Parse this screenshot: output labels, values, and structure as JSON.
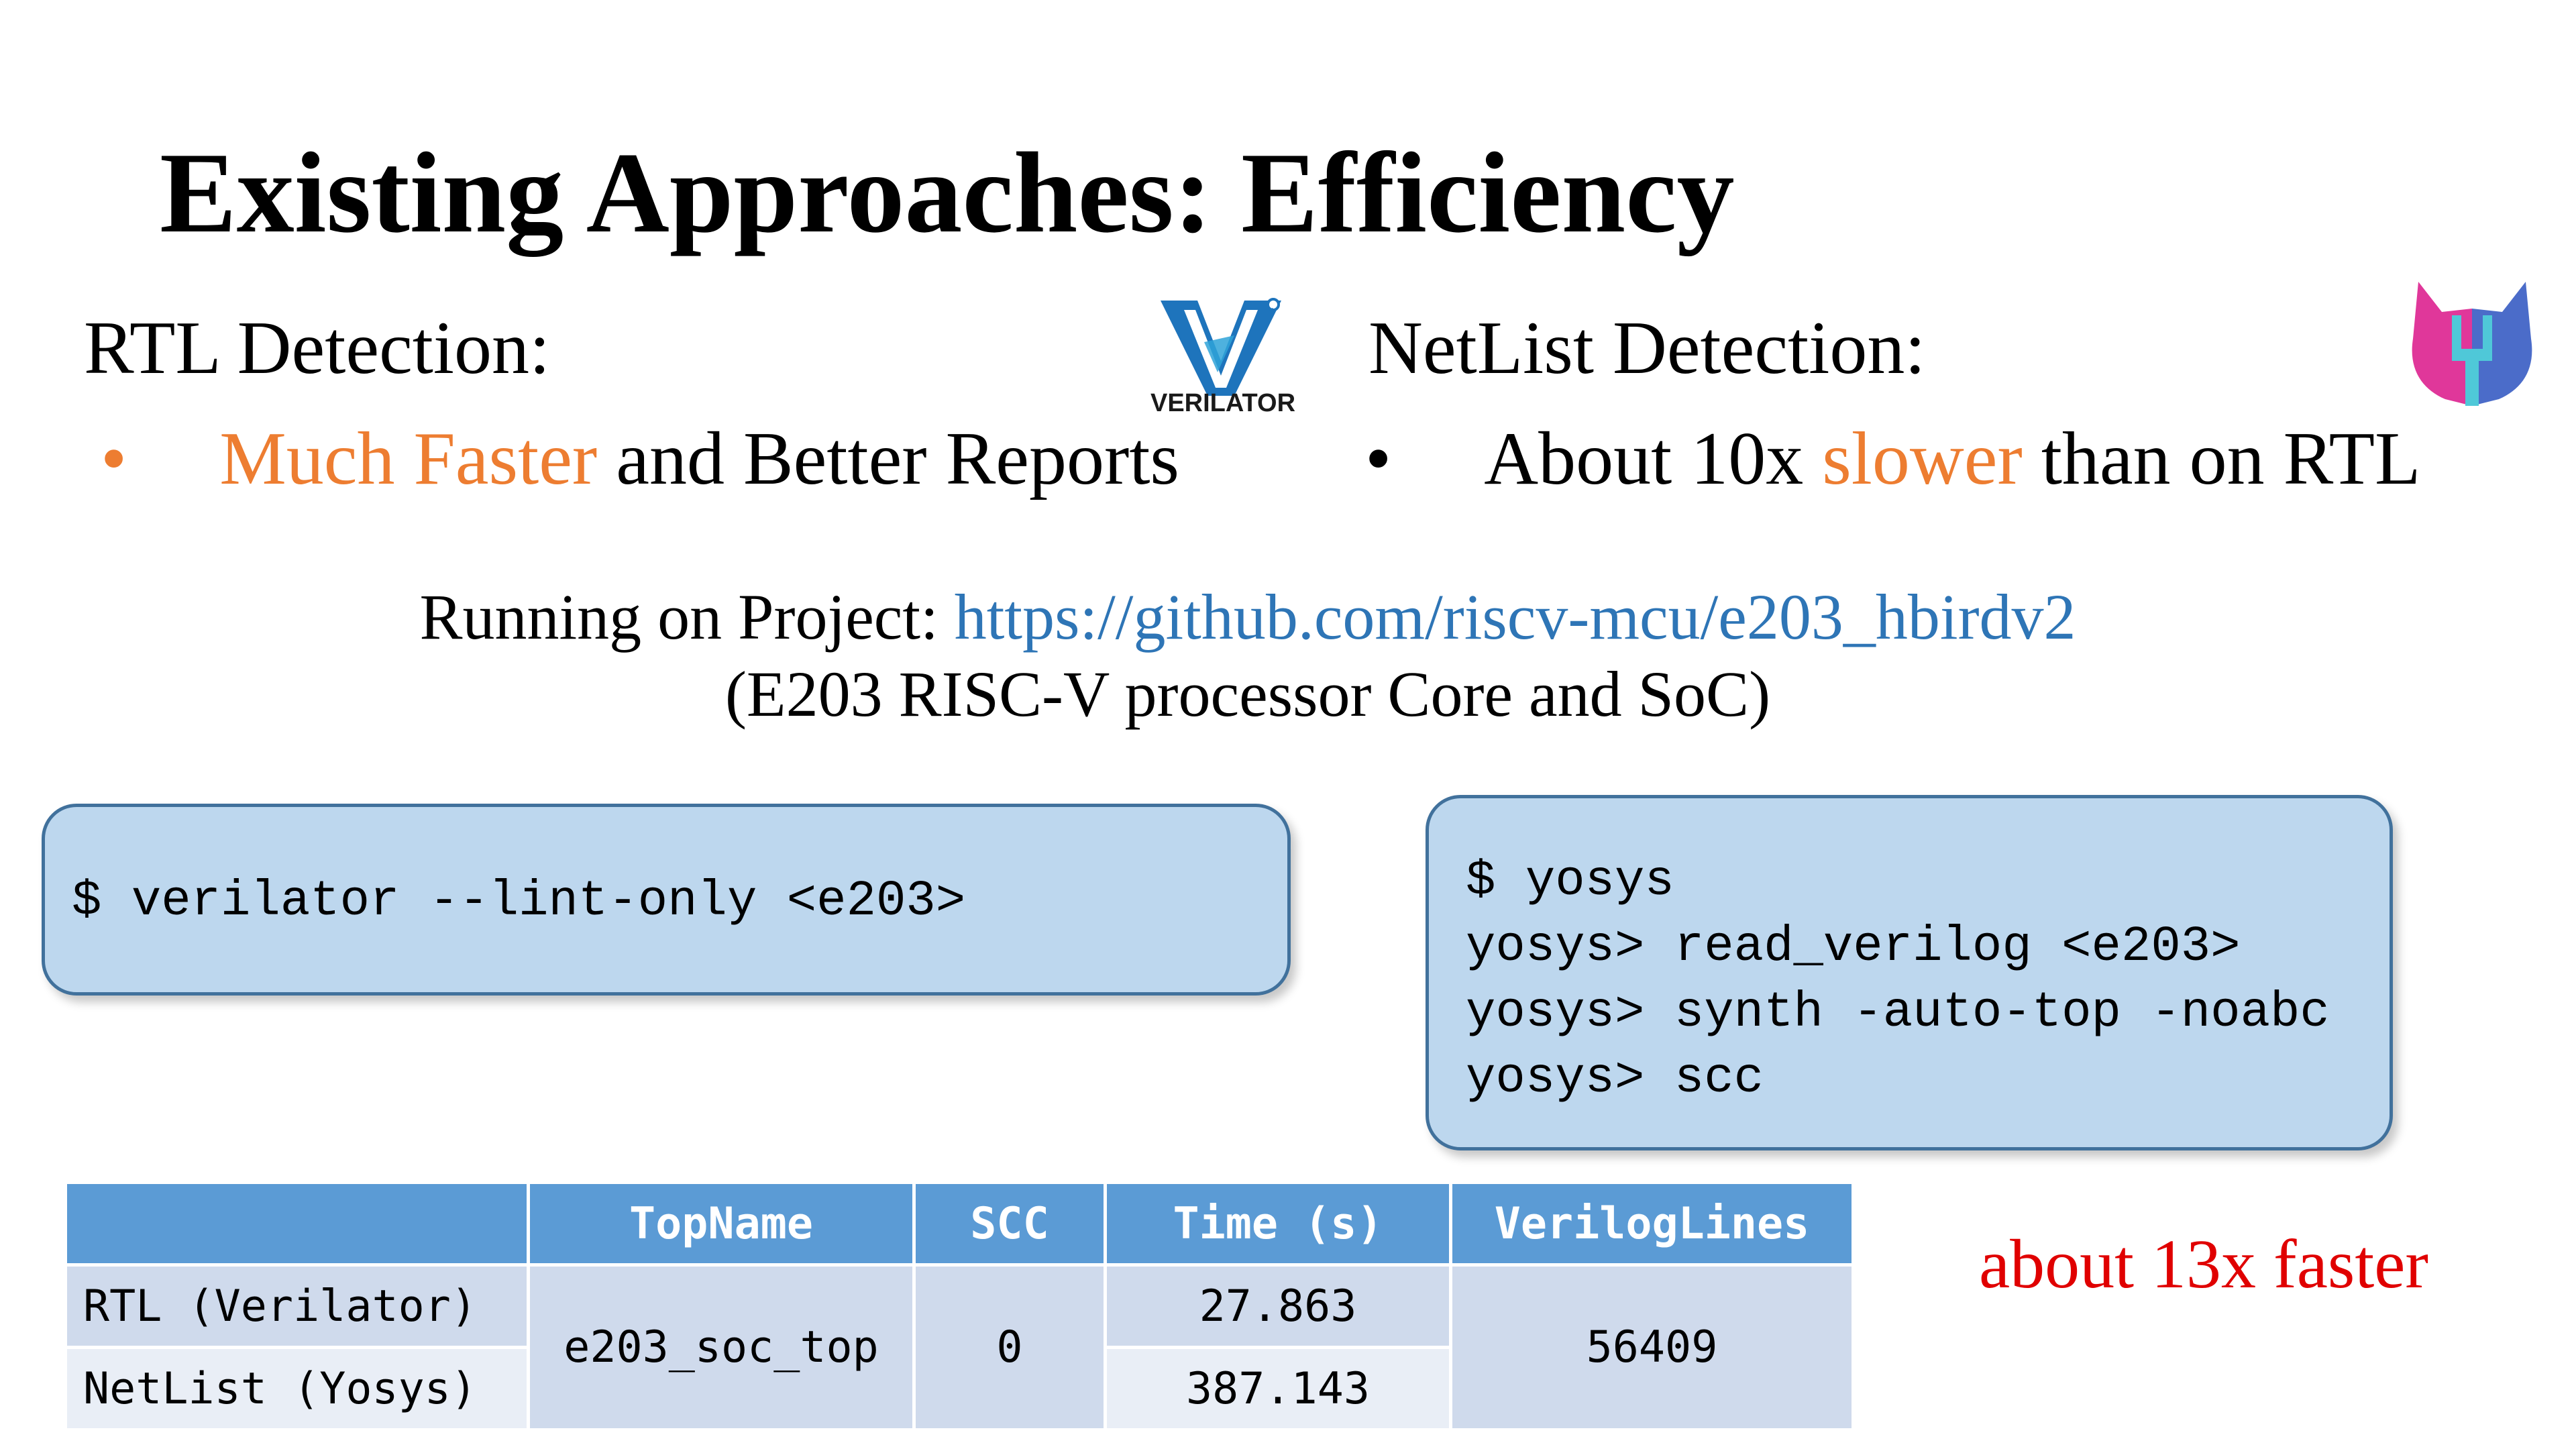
{
  "slide": {
    "title": "Existing Approaches: Efficiency",
    "left": {
      "heading": "RTL Detection:",
      "bullet_marker": "•",
      "bullet_accent": "Much Faster",
      "bullet_rest": " and Better Reports",
      "logo_text": "VERILATOR"
    },
    "right": {
      "heading": "NetList Detection:",
      "bullet_marker": "•",
      "bullet_pre": "About 10x ",
      "bullet_accent": "slower",
      "bullet_post": " than on RTL"
    },
    "project": {
      "prefix": "Running on Project: ",
      "url": "https://github.com/riscv-mcu/e203_hbirdv2",
      "description": "(E203 RISC-V processor Core and SoC)"
    },
    "verilator_cmd": {
      "lines": [
        "$ verilator --lint-only <e203>"
      ]
    },
    "yosys_cmd": {
      "lines": [
        "$ yosys",
        "yosys> read_verilog <e203>",
        "yosys> synth -auto-top -noabc",
        "yosys> scc"
      ]
    },
    "table": {
      "headers": [
        "",
        "TopName",
        "SCC",
        "Time (s)",
        "VerilogLines"
      ],
      "rows": [
        {
          "label": "RTL (Verilator)",
          "time": "27.863"
        },
        {
          "label": "NetList (Yosys)",
          "time": "387.143"
        }
      ],
      "topname": "e203_soc_top",
      "scc": "0",
      "verilog_lines": "56409"
    },
    "callout": "about 13x faster",
    "colors": {
      "accent": "#ED7D31",
      "link": "#2E75B6",
      "code_bg": "#BDD7EE",
      "table_header": "#5B9BD5",
      "callout": "#E00000"
    }
  }
}
